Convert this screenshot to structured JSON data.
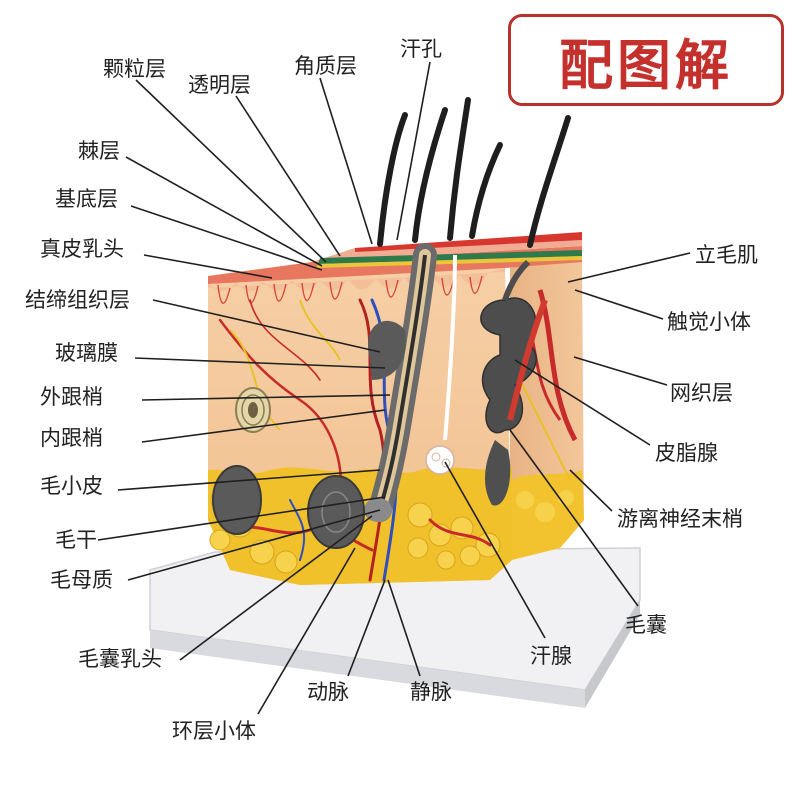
{
  "badge": {
    "text": "配图解"
  },
  "labels": {
    "granular_layer": "颗粒层",
    "lucid_layer": "透明层",
    "horny_layer": "角质层",
    "sweat_pore": "汗孔",
    "spinous_layer": "棘层",
    "basal_layer": "基底层",
    "dermal_papilla": "真皮乳头",
    "connective_tissue_layer": "结缔组织层",
    "glassy_membrane": "玻璃膜",
    "outer_root_sheath": "外跟梢",
    "inner_root_sheath": "内跟梢",
    "hair_cuticle": "毛小皮",
    "hair_shaft": "毛干",
    "hair_matrix": "毛母质",
    "follicle_papilla": "毛囊乳头",
    "lamellar_corpuscle": "环层小体",
    "artery": "动脉",
    "vein": "静脉",
    "sweat_gland": "汗腺",
    "hair_follicle": "毛囊",
    "free_nerve_endings": "游离神经末梢",
    "sebaceous_gland": "皮脂腺",
    "reticular_layer": "网织层",
    "tactile_corpuscle": "触觉小体",
    "arrector_pili": "立毛肌"
  }
}
